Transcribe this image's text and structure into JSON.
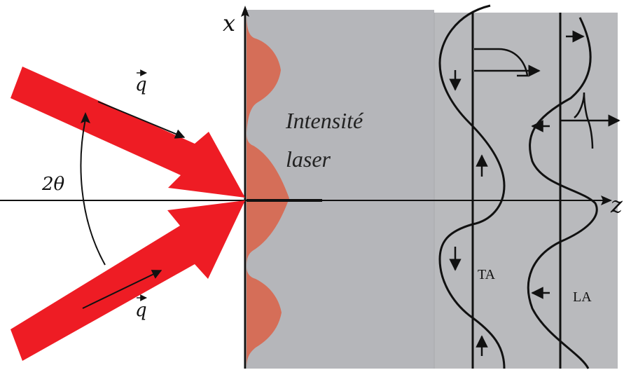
{
  "labels": {
    "axis_x": "x",
    "axis_z": "z",
    "angle": "2θ",
    "q_top": "q",
    "q_bottom": "q",
    "intensity_line1": "Intensité",
    "intensity_line2": "laser",
    "ta": "TA",
    "la": "LA"
  },
  "colors": {
    "beam": "#ee1c24",
    "sample": "#b5b6ba",
    "sample_right": "#b9babd",
    "intensity_fill": "#d9644a",
    "ink": "#111111"
  }
}
